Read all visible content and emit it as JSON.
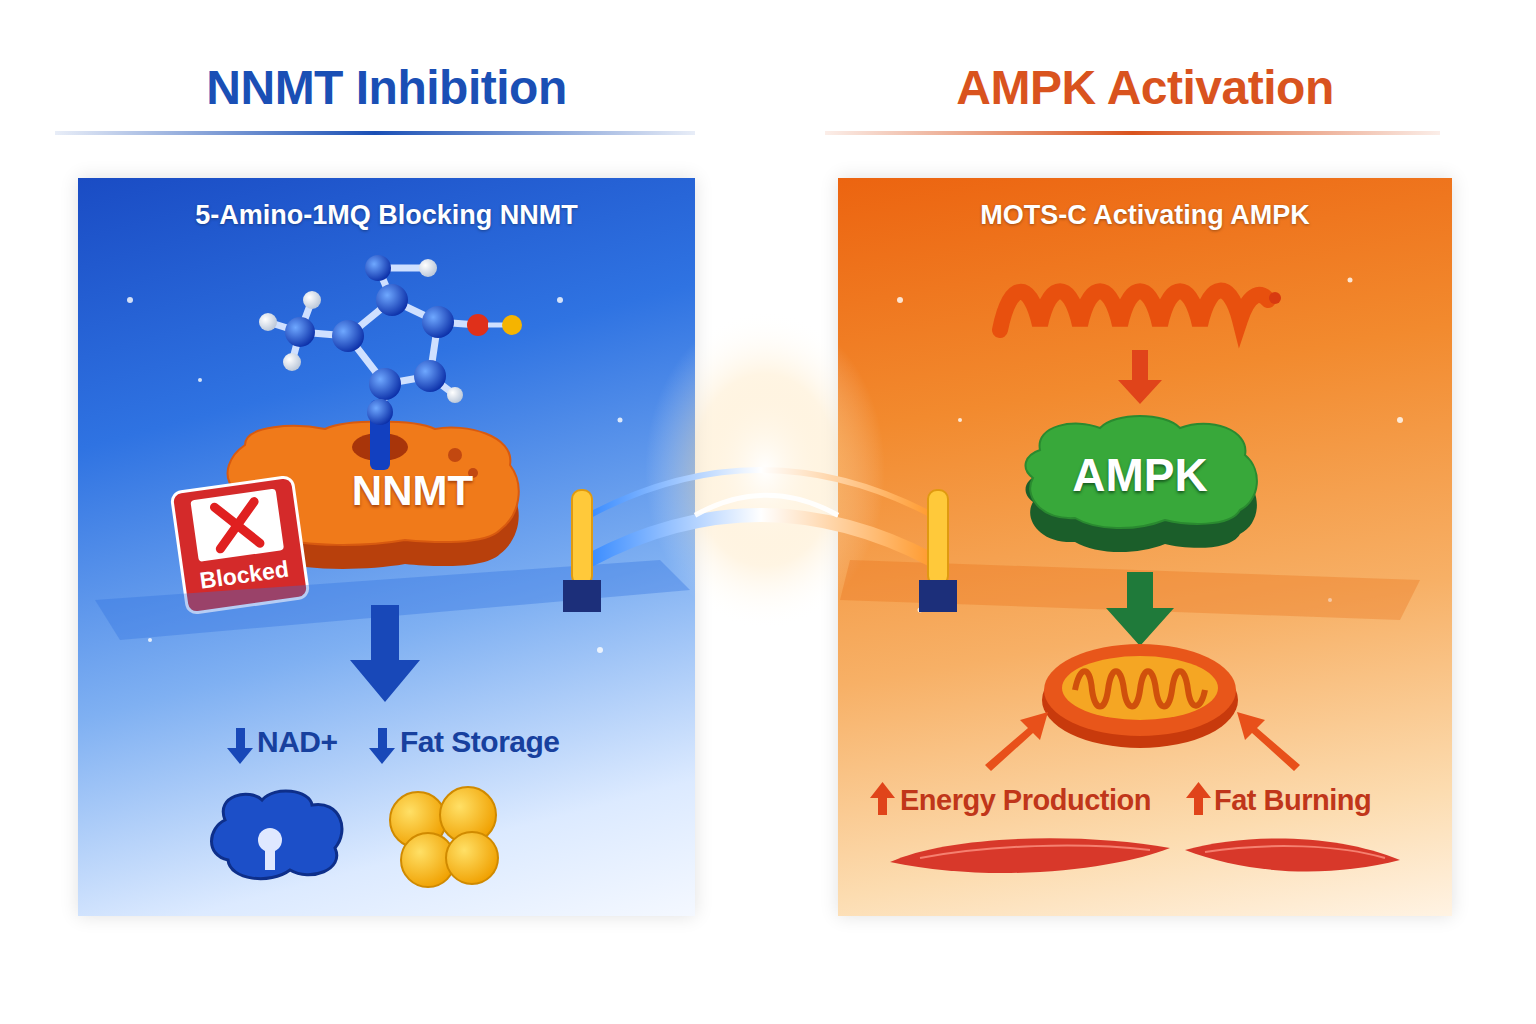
{
  "diagram": {
    "nodes": [
      {
        "text": [
          "NNMT Inhibition",
          "5-Amino-1MQ Blocking NNMT"
        ]
      },
      {
        "text": [
          "NNMT"
        ],
        "in": 0
      },
      {
        "text": [
          "Blocked"
        ],
        "in": 0
      },
      {
        "text": [
          "AMPK Activation",
          "MOTS-C Activating AMPK"
        ]
      },
      {
        "text": [
          "AMPK"
        ],
        "in": 3
      }
    ],
    "edges": [
      {
        "from": 0,
        "to": 3,
        "arrow": "none"
      }
    ],
    "labels": [
      "NAD+",
      "Fat Storage",
      "Energy Production",
      "Fat Burning"
    ]
  }
}
